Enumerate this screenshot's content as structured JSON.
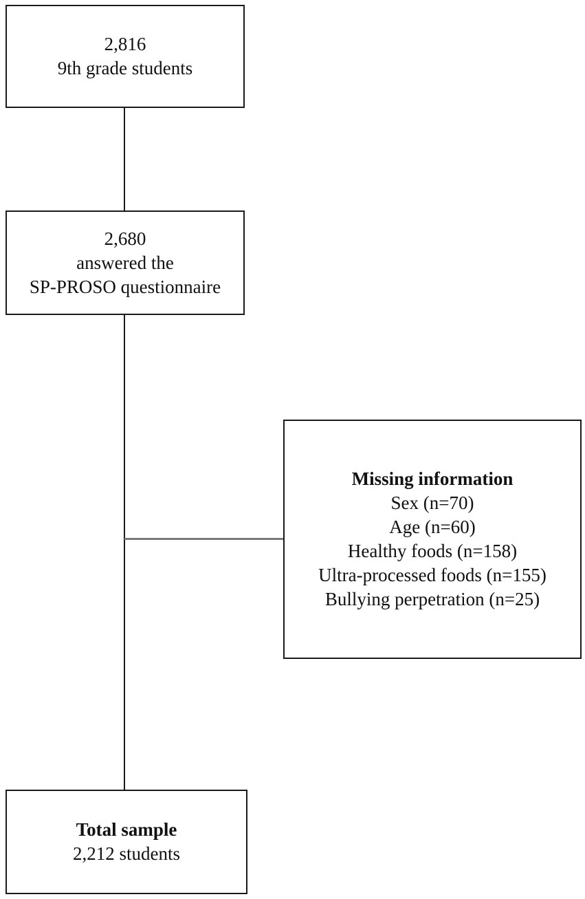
{
  "flow": {
    "initial": {
      "count": "2,816",
      "label": "9th grade students"
    },
    "answered": {
      "count": "2,680",
      "line1": "answered the",
      "line2": "SP-PROSO questionnaire"
    },
    "missing": {
      "title": "Missing information",
      "items": [
        "Sex (n=70)",
        "Age (n=60)",
        "Healthy foods (n=158)",
        "Ultra-processed foods (n=155)",
        "Bullying perpetration (n=25)"
      ]
    },
    "final": {
      "title": "Total sample",
      "label": "2,212 students"
    }
  }
}
